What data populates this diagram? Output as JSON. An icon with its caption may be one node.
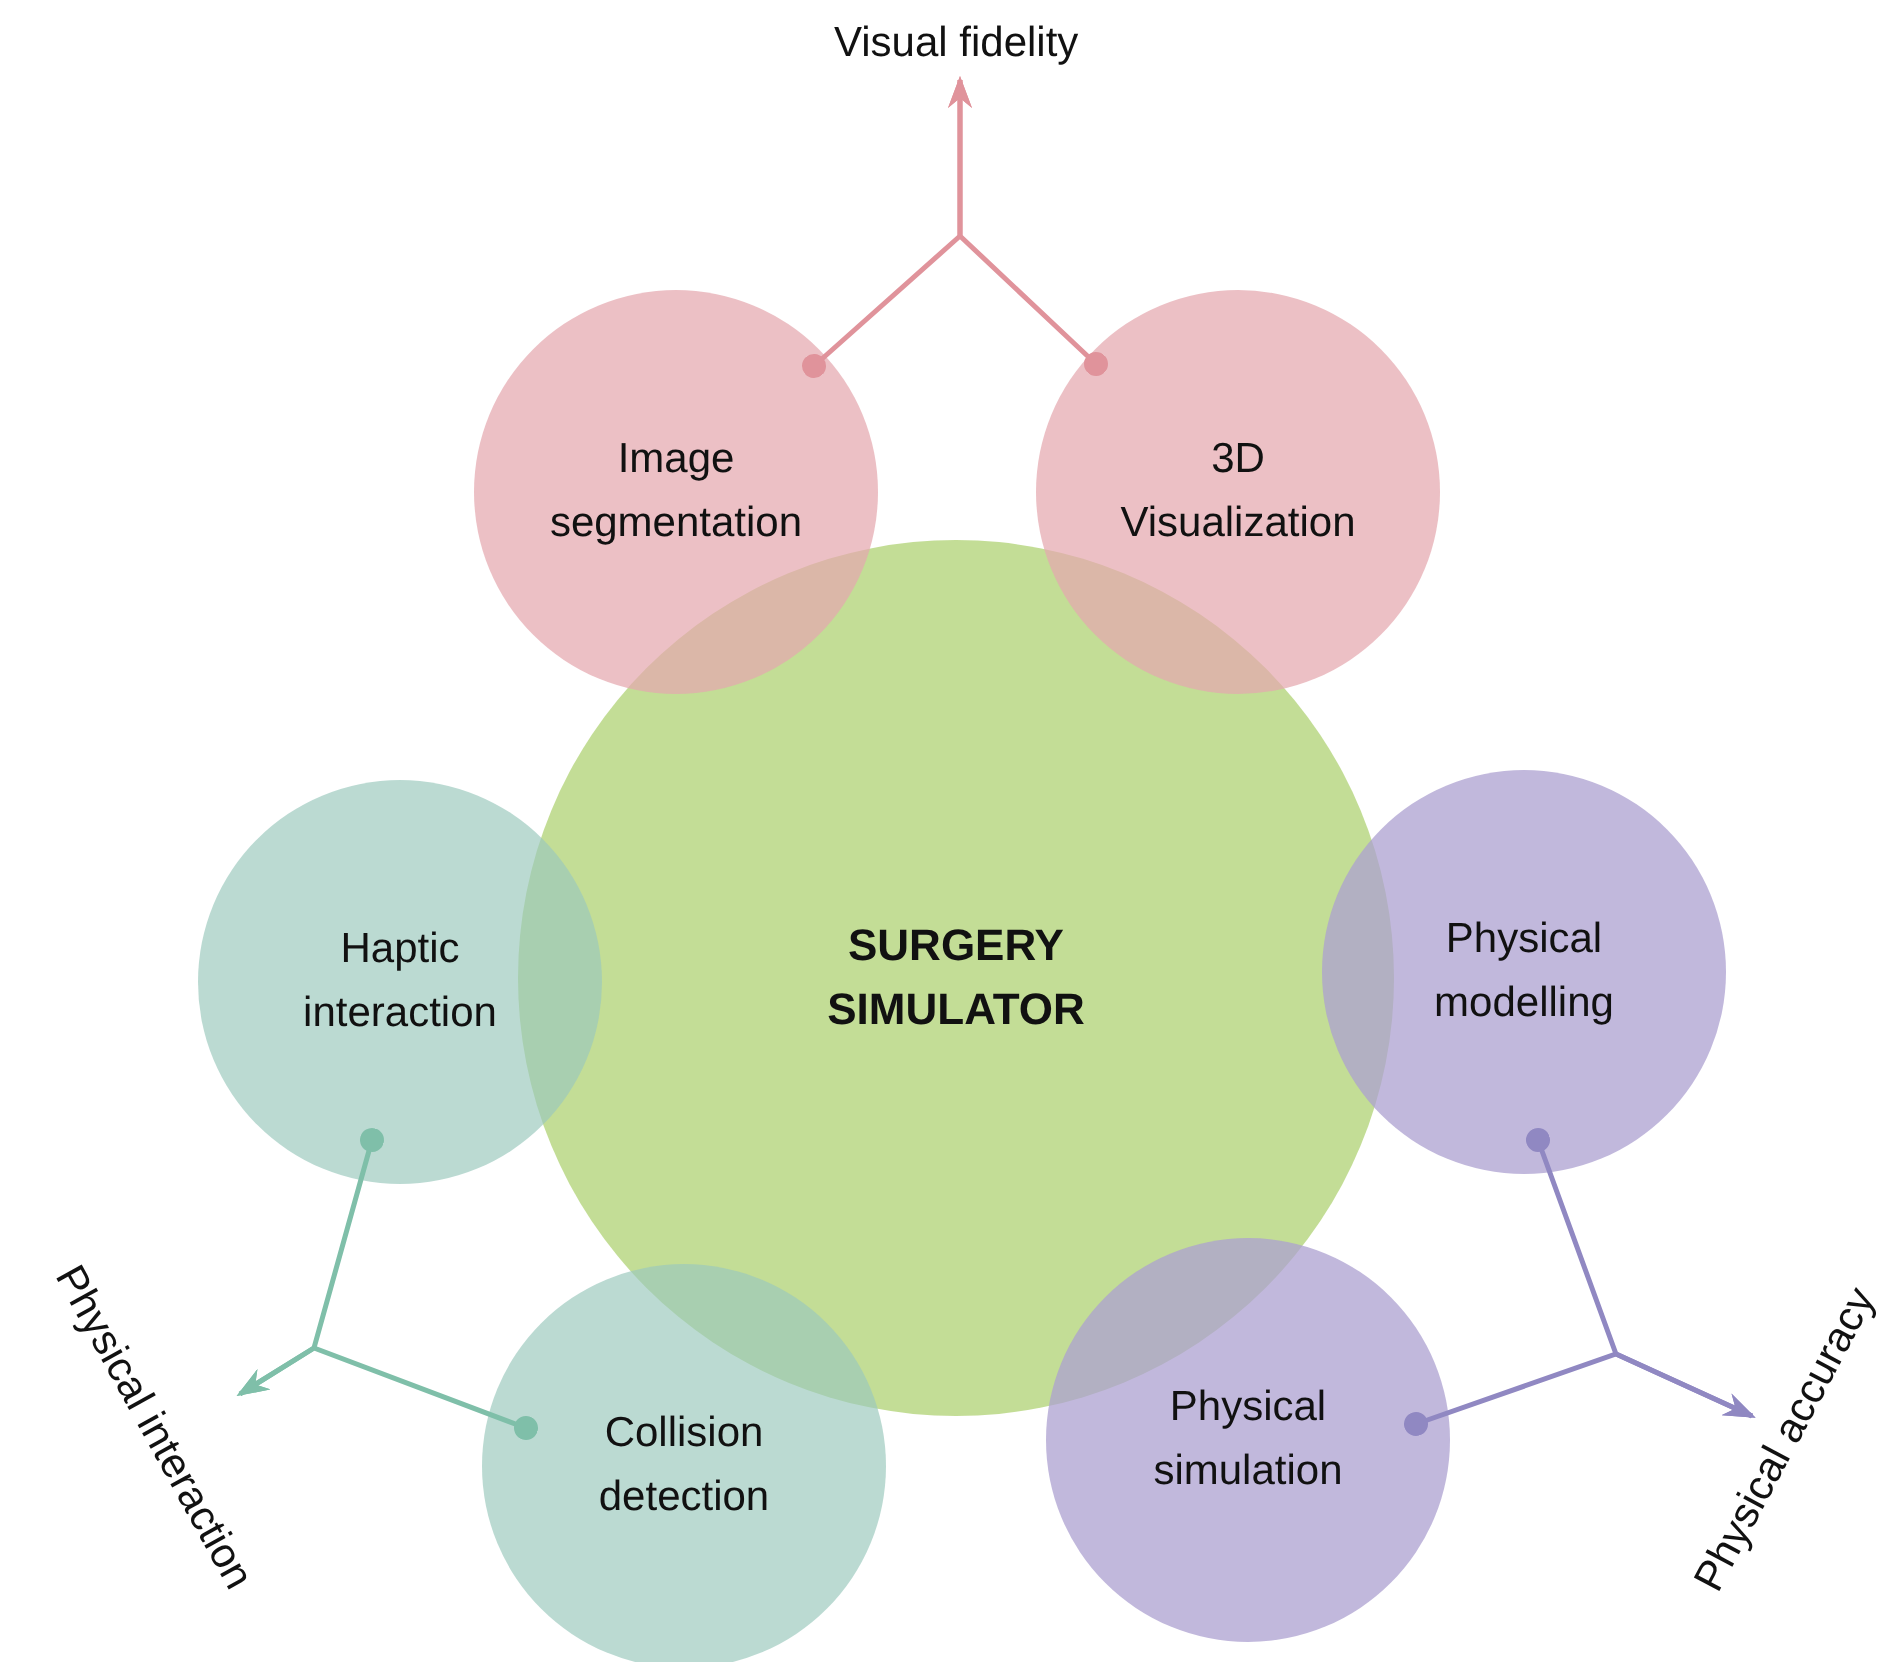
{
  "diagram": {
    "nodes": [
      {
        "text": [
          "SURGERY SIMULATOR"
        ]
      },
      {
        "text": [
          "Image segmentation"
        ]
      },
      {
        "text": [
          "3D Visualization"
        ]
      },
      {
        "text": [
          "Haptic interaction"
        ]
      },
      {
        "text": [
          "Physical modelling"
        ]
      },
      {
        "text": [
          "Collision detection"
        ]
      },
      {
        "text": [
          "Physical simulation"
        ]
      },
      {
        "text": [
          "Visual fidelity"
        ]
      },
      {
        "text": [
          "Physical interaction"
        ]
      },
      {
        "text": [
          "Physical accuracy"
        ]
      }
    ],
    "edges": [
      {
        "from": 1,
        "to": 7,
        "arrow": "to",
        "color": "#e0939b"
      },
      {
        "from": 2,
        "to": 7,
        "arrow": "to",
        "color": "#e0939b"
      },
      {
        "from": 3,
        "to": 8,
        "arrow": "to",
        "color": "#7fbfa9"
      },
      {
        "from": 5,
        "to": 8,
        "arrow": "to",
        "color": "#7fbfa9"
      },
      {
        "from": 4,
        "to": 9,
        "arrow": "to",
        "color": "#9088c2"
      },
      {
        "from": 6,
        "to": 9,
        "arrow": "to",
        "color": "#9088c2"
      }
    ]
  }
}
